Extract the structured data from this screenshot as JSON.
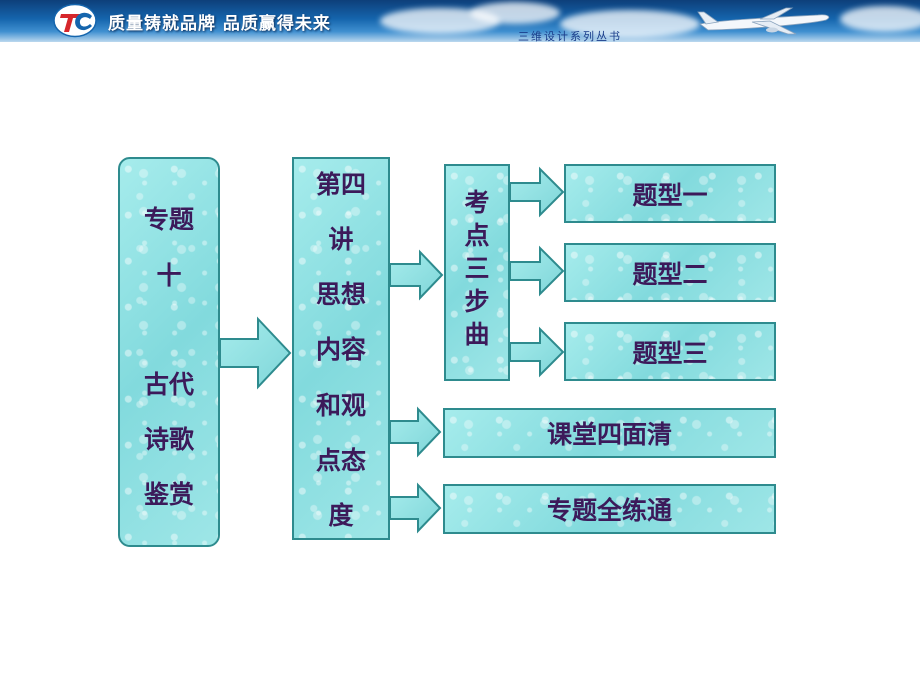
{
  "header": {
    "slogan": "质量铸就品牌 品质赢得未来",
    "series": "三维设计系列丛书",
    "logo_icon": "tc-logo-icon",
    "plane_icon": "airplane-icon"
  },
  "diagram": {
    "topic": [
      "专题",
      "十",
      "古代",
      "诗歌",
      "鉴赏"
    ],
    "lecture": [
      "第四",
      "讲",
      "思想",
      "内容",
      "和观",
      "点态",
      "度"
    ],
    "steps": [
      "考",
      "点",
      "三",
      "步",
      "曲"
    ],
    "types": [
      "题型一",
      "题型二",
      "题型三"
    ],
    "classroom": "课堂四面清",
    "practice": "专题全练通"
  },
  "colors": {
    "box_fill": "#8fdfe0",
    "box_border": "#2e8b8e",
    "text": "#3c1a5a"
  }
}
